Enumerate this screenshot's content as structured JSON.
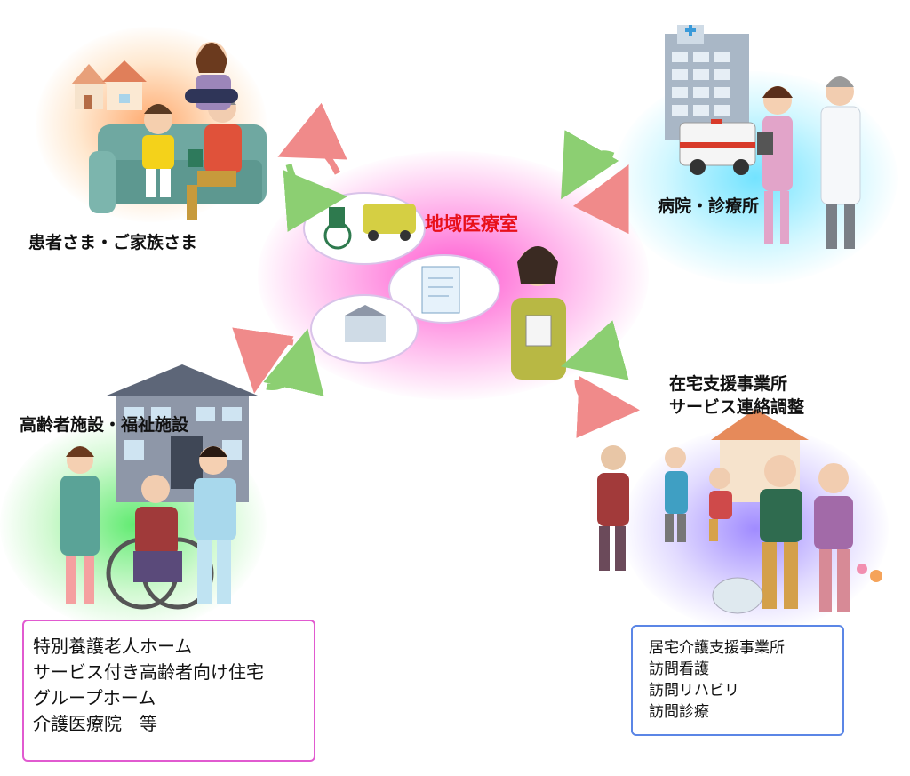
{
  "center": {
    "title": "地域医療室"
  },
  "nodes": {
    "patient": {
      "label": "患者さま・ご家族さま"
    },
    "hospital": {
      "label": "病院・診療所"
    },
    "facility": {
      "label": "高齢者施設・福祉施設"
    },
    "homecare": {
      "line1": "在宅支援事業所",
      "line2": "サービス連絡調整"
    }
  },
  "facility_list": [
    "特別養護老人ホーム",
    "サービス付き高齢者向け住宅",
    "グループホーム",
    "介護医療院　等"
  ],
  "homecare_list": [
    "居宅介護支援事業所",
    "訪問看護",
    "訪問リハビリ",
    "訪問診療"
  ],
  "colors": {
    "center_title": "#e8101a",
    "facility_box_border": "#e15ad0",
    "homecare_box_border": "#5b86e6",
    "arrow_red": "#f08a8a",
    "arrow_green": "#8ccf72"
  }
}
